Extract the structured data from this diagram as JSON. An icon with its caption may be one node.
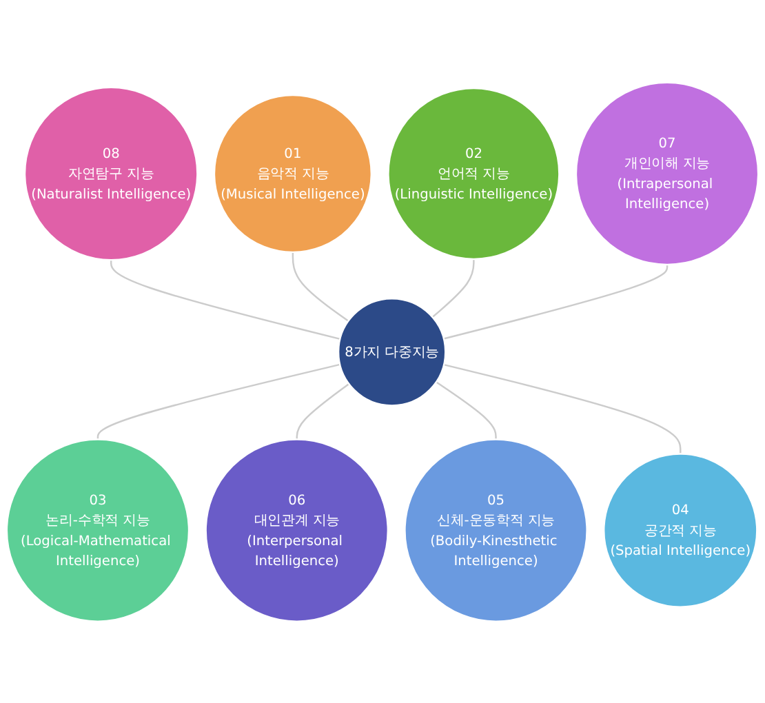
{
  "diagram": {
    "nodes": [
      {
        "text": [
          "8가지 다중지능"
        ]
      },
      {
        "text": [
          "01",
          "음악적 지능",
          "(Musical Intelligence)"
        ]
      },
      {
        "text": [
          "02",
          "언어적 지능",
          "(Linguistic Intelligence)"
        ]
      },
      {
        "text": [
          "03",
          "논리-수학적 지능",
          "(Logical-Mathematical Intelligence)"
        ]
      },
      {
        "text": [
          "04",
          "공간적 지능",
          "(Spatial Intelligence)"
        ]
      },
      {
        "text": [
          "05",
          "신체-운동학적 지능",
          "(Bodily-Kinesthetic Intelligence)"
        ]
      },
      {
        "text": [
          "06",
          "대인관계 지능",
          "(Interpersonal Intelligence)"
        ]
      },
      {
        "text": [
          "07",
          "개인이해 지능",
          "(Intrapersonal Intelligence)"
        ]
      },
      {
        "text": [
          "08",
          "자연탐구 지능",
          "(Naturalist Intelligence)"
        ]
      }
    ],
    "edges": [
      {
        "from": 8,
        "to": 0,
        "arrow": "none"
      },
      {
        "from": 1,
        "to": 0,
        "arrow": "none"
      },
      {
        "from": 2,
        "to": 0,
        "arrow": "none"
      },
      {
        "from": 7,
        "to": 0,
        "arrow": "none"
      },
      {
        "from": 0,
        "to": 3,
        "arrow": "none"
      },
      {
        "from": 0,
        "to": 6,
        "arrow": "none"
      },
      {
        "from": 0,
        "to": 5,
        "arrow": "none"
      },
      {
        "from": 0,
        "to": 4,
        "arrow": "none"
      }
    ]
  }
}
